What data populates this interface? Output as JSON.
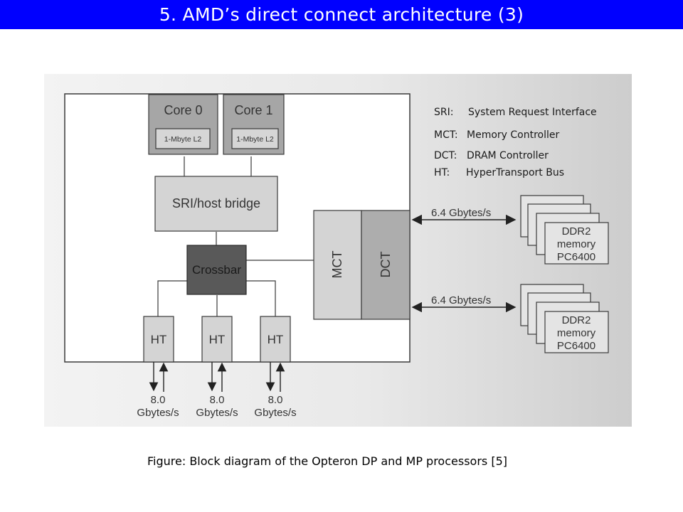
{
  "title": "5. AMD’s direct connect architecture (3)",
  "diagram": {
    "cores": [
      {
        "label": "Core 0",
        "cache": "1-Mbyte L2"
      },
      {
        "label": "Core 1",
        "cache": "1-Mbyte L2"
      }
    ],
    "sri_bridge": "SRI/host bridge",
    "crossbar": "Crossbar",
    "mct": "MCT",
    "dct": "DCT",
    "ht_blocks": [
      "HT",
      "HT",
      "HT"
    ],
    "ht_bandwidth": {
      "value": "8.0",
      "unit": "Gbytes/s"
    },
    "memory_links": [
      {
        "bandwidth": "6.4 Gbytes/s",
        "module": [
          "DDR2",
          "memory",
          "PC6400"
        ]
      },
      {
        "bandwidth": "6.4 Gbytes/s",
        "module": [
          "DDR2",
          "memory",
          "PC6400"
        ]
      }
    ],
    "legend": [
      {
        "abbr": "SRI:",
        "text": "System Request Interface"
      },
      {
        "abbr": "MCT:",
        "text": "Memory Controller"
      },
      {
        "abbr": "DCT:",
        "text": "DRAM Controller"
      },
      {
        "abbr": "HT:",
        "text": "HyperTransport Bus"
      }
    ],
    "colors": {
      "background_light": "#f2f2f2",
      "background_dark": "#cfcfcf",
      "core_fill": "#a6a6a6",
      "block_fill": "#d4d4d4",
      "crossbar_fill": "#595959",
      "dct_fill": "#adadad",
      "memory_fill": "#e4e4e4"
    }
  },
  "caption": "Figure: Block diagram of the Opteron DP and MP processors [5]"
}
